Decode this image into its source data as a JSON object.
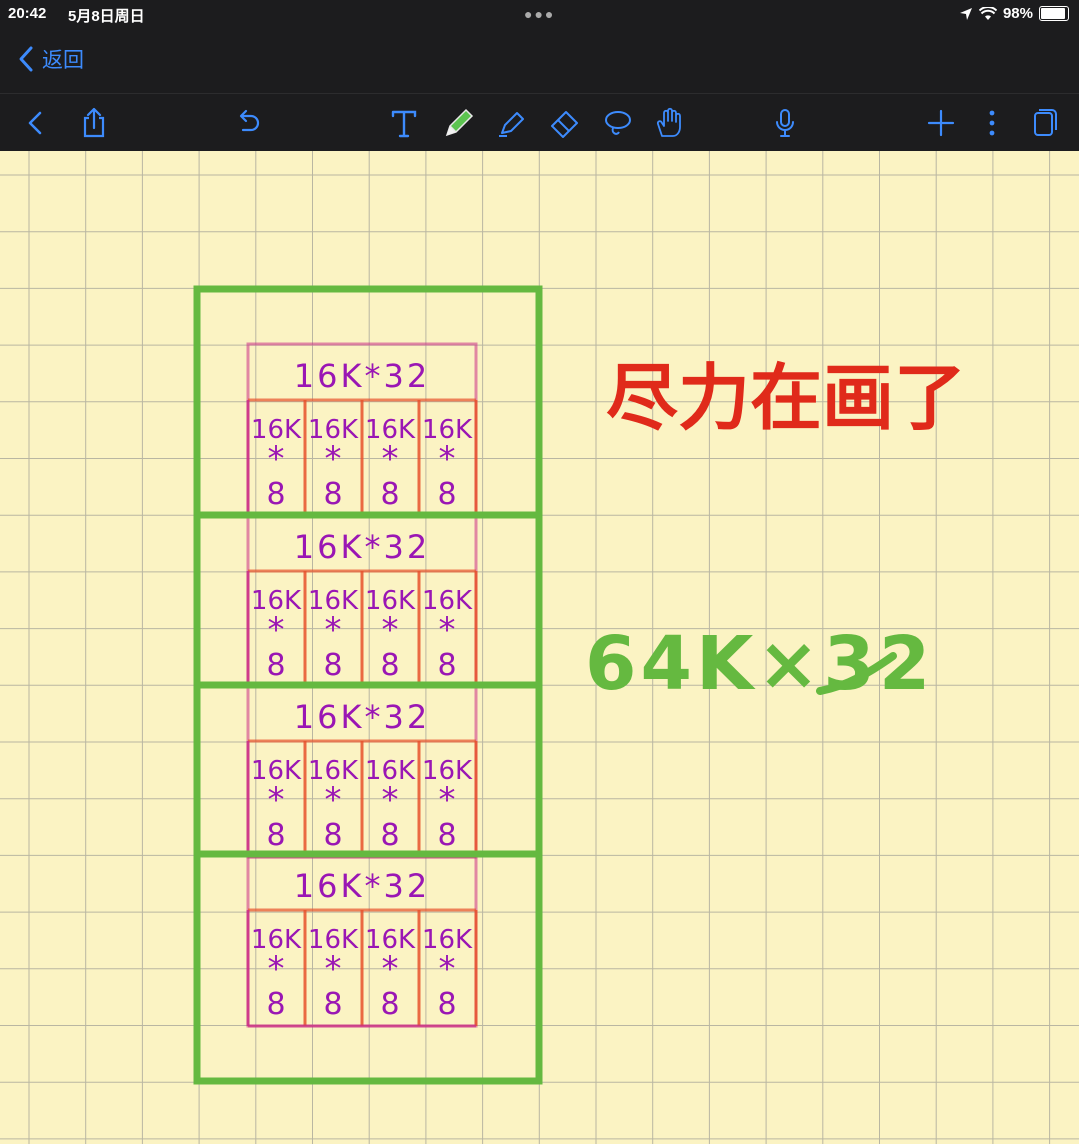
{
  "status_bar": {
    "time": "20:42",
    "date": "5月8日周日",
    "battery": "98%",
    "battery_level": 0.98
  },
  "nav": {
    "back_label": "返回"
  },
  "toolbar": {
    "icons": [
      "chevron-left-icon",
      "share-icon",
      "undo-icon",
      "text-tool-icon",
      "pen-icon",
      "highlighter-icon",
      "eraser-icon",
      "lasso-icon",
      "hand-icon",
      "microphone-icon",
      "plus-icon",
      "more-icon",
      "pages-icon"
    ],
    "active_tool": "pen-icon"
  },
  "colors": {
    "green": "#65b940",
    "magenta": "#cc2e86",
    "orange": "#e8522c",
    "purple": "#9a16b4",
    "red": "#e02a1a",
    "paper": "#fbf3c3",
    "grid": "#b9b6a2"
  },
  "notes": {
    "block_label": "16K*32",
    "chip_label_top": "16K",
    "chip_label_mid": "*",
    "chip_label_bot": "8",
    "red_note": "尽力在画了",
    "green_note": "64K×32"
  }
}
